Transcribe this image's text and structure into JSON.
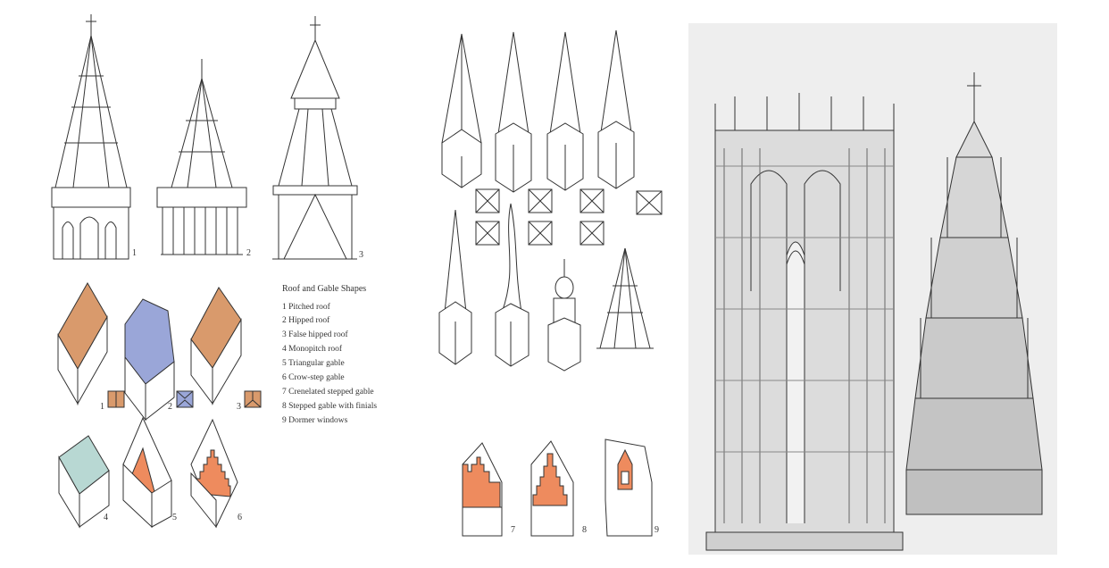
{
  "legend": {
    "title": "Roof and Gable Shapes",
    "items": [
      "1 Pitched roof",
      "2 Hipped roof",
      "3 False hipped roof",
      "4 Monopitch roof",
      "5 Triangular gable",
      "6 Crow-step gable",
      "7 Crenelated stepped gable",
      "8 Stepped gable with finials",
      "9 Dormer windows"
    ]
  },
  "left_labels": {
    "a": "1",
    "b": "2",
    "c": "3",
    "d": "1",
    "e": "2",
    "f": "3",
    "g": "4",
    "h": "5",
    "i": "6"
  },
  "mid_labels": {
    "a": "7",
    "b": "8",
    "c": "9"
  },
  "colors": {
    "pitched": "#d99a6c",
    "hipped": "#9aa6d8",
    "monopitch": "#b8d8d3",
    "gable": "#ee8b5e",
    "paper": "#eeeeee"
  }
}
